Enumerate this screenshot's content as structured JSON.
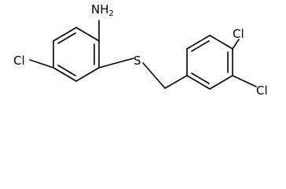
{
  "molecule": {
    "labels": {
      "nh2_main": "NH",
      "nh2_sub": "2",
      "cl_left": "Cl",
      "s": "S",
      "cl_upper_right": "Cl",
      "cl_right": "Cl"
    },
    "colors": {
      "bond": "#000000",
      "text": "#000000",
      "background": "#ffffff"
    }
  }
}
